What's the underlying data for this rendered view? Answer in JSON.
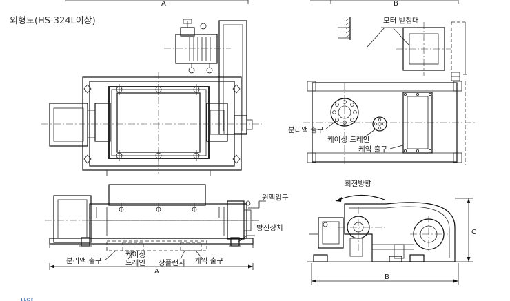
{
  "drawing": {
    "title": "외형도(HS-324L이상)",
    "top_dims": {
      "a": "A",
      "b": "B"
    },
    "labels": {
      "motor_base": "모터 받침대",
      "separated_outlet_right": "분리액 출구",
      "casing_drain_right": "케이싱 드레인",
      "cake_outlet_right": "케익 출구",
      "rotation_direction": "회전방향",
      "feed_inlet": "원액입구",
      "vibration_isolator": "방진장치",
      "separated_outlet_bottom": "분리액 출구",
      "casing_drain_bottom_1": "케이싱",
      "casing_drain_bottom_2": "드레인",
      "top_flange": "상플랜지",
      "cake_outlet_bottom": "케익 출구"
    },
    "dims": {
      "a": "A",
      "b": "B",
      "c": "C"
    },
    "footer_fragment": "사양"
  }
}
